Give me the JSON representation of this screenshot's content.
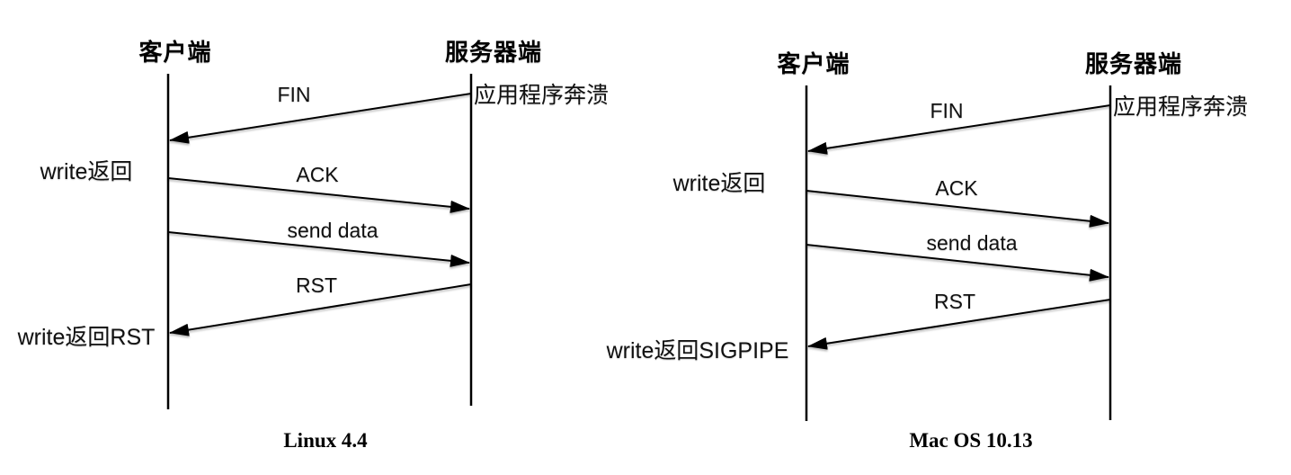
{
  "diagrams": [
    {
      "client_label": "客户端",
      "server_label": "服务器端",
      "server_event": "应用程序奔溃",
      "msg_fin": "FIN",
      "msg_ack": "ACK",
      "msg_send_data": "send data",
      "msg_rst": "RST",
      "note_write_return": "write返回",
      "note_write_result": "write返回RST",
      "caption": "Linux 4.4"
    },
    {
      "client_label": "客户端",
      "server_label": "服务器端",
      "server_event": "应用程序奔溃",
      "msg_fin": "FIN",
      "msg_ack": "ACK",
      "msg_send_data": "send data",
      "msg_rst": "RST",
      "note_write_return": "write返回",
      "note_write_result": "write返回SIGPIPE",
      "caption": "Mac OS 10.13"
    }
  ]
}
